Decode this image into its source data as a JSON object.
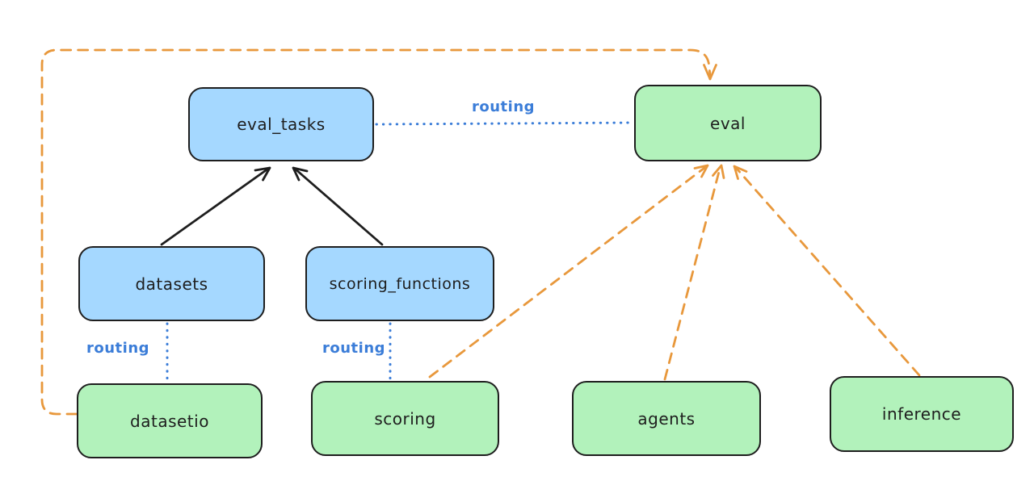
{
  "diagram": {
    "title": "",
    "nodes": {
      "eval_tasks": {
        "label": "eval_tasks",
        "fill": "#a5d8ff",
        "kind": "registry"
      },
      "eval": {
        "label": "eval",
        "fill": "#b2f2bb",
        "kind": "api"
      },
      "datasets": {
        "label": "datasets",
        "fill": "#a5d8ff",
        "kind": "registry"
      },
      "scoring_functions": {
        "label": "scoring_functions",
        "fill": "#a5d8ff",
        "kind": "registry"
      },
      "datasetio": {
        "label": "datasetio",
        "fill": "#b2f2bb",
        "kind": "api"
      },
      "scoring": {
        "label": "scoring",
        "fill": "#b2f2bb",
        "kind": "api"
      },
      "agents": {
        "label": "agents",
        "fill": "#b2f2bb",
        "kind": "api"
      },
      "inference": {
        "label": "inference",
        "fill": "#b2f2bb",
        "kind": "api"
      }
    },
    "edges": [
      {
        "from": "datasets",
        "to": "eval_tasks",
        "style": "solid-arrow",
        "color": "#1e1e1e",
        "label": ""
      },
      {
        "from": "scoring_functions",
        "to": "eval_tasks",
        "style": "solid-arrow",
        "color": "#1e1e1e",
        "label": ""
      },
      {
        "from": "eval_tasks",
        "to": "eval",
        "style": "dotted",
        "color": "#3b7dd8",
        "label": "routing"
      },
      {
        "from": "datasets",
        "to": "datasetio",
        "style": "dotted",
        "color": "#3b7dd8",
        "label": "routing"
      },
      {
        "from": "scoring_functions",
        "to": "scoring",
        "style": "dotted",
        "color": "#3b7dd8",
        "label": "routing"
      },
      {
        "from": "datasetio",
        "to": "eval",
        "style": "dashed-arrow",
        "color": "#e8983c",
        "label": ""
      },
      {
        "from": "scoring",
        "to": "eval",
        "style": "dashed-arrow",
        "color": "#e8983c",
        "label": ""
      },
      {
        "from": "agents",
        "to": "eval",
        "style": "dashed-arrow",
        "color": "#e8983c",
        "label": ""
      },
      {
        "from": "inference",
        "to": "eval",
        "style": "dashed-arrow",
        "color": "#e8983c",
        "label": ""
      }
    ],
    "edge_labels": {
      "eval_routing": "routing",
      "datasetio_routing": "routing",
      "scoring_routing": "routing"
    },
    "colors": {
      "background": "#ffffff",
      "node_border": "#1e1e1e",
      "blue_fill": "#a5d8ff",
      "green_fill": "#b2f2bb",
      "routing_blue": "#3b7dd8",
      "dashed_orange": "#e8983c",
      "solid_black": "#1e1e1e"
    }
  }
}
